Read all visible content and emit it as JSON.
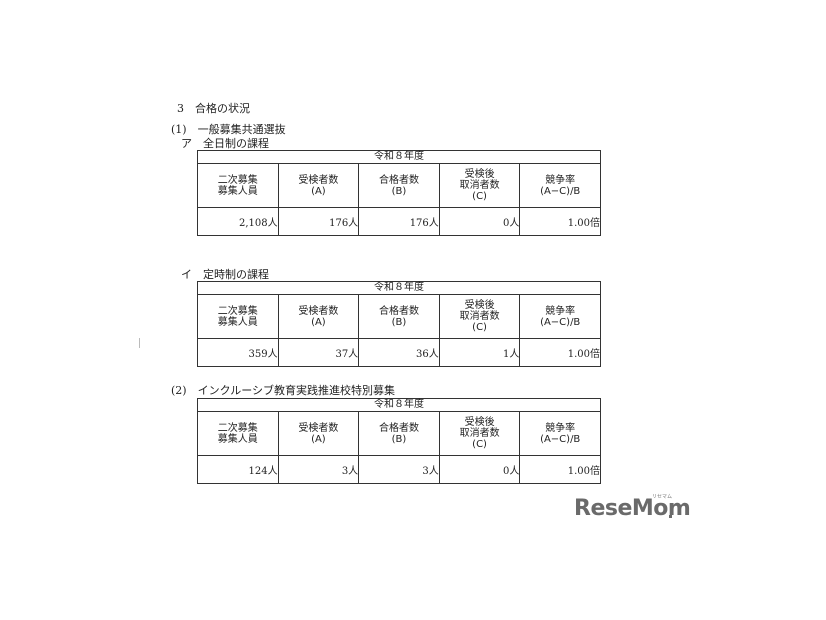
{
  "heading": "3　合格の状況",
  "section1": {
    "title": "(1)　一般募集共通選抜",
    "sub_a": "ア　全日制の課程",
    "sub_i": "イ　定時制の課程"
  },
  "section2": {
    "title": "(2)　インクルーシブ教育実践推進校特別募集"
  },
  "headers": {
    "year": "令和８年度",
    "col1_line1": "二次募集",
    "col1_line2": "募集人員",
    "col2_line1": "受検者数",
    "col2_line2": "(A)",
    "col3_line1": "合格者数",
    "col3_line2": "(B)",
    "col4_line1": "受検後",
    "col4_line2": "取消者数",
    "col4_line3": "(C)",
    "col5_line1": "競争率",
    "col5_line2": "(A−C)/B"
  },
  "tables": [
    {
      "capacity": "2,108人",
      "examinees": "176人",
      "passed": "176人",
      "cancelled": "0人",
      "ratio": "1.00倍"
    },
    {
      "capacity": "359人",
      "examinees": "37人",
      "passed": "36人",
      "cancelled": "1人",
      "ratio": "1.00倍"
    },
    {
      "capacity": "124人",
      "examinees": "3人",
      "passed": "3人",
      "cancelled": "0人",
      "ratio": "1.00倍"
    }
  ],
  "watermark": {
    "text": "ReseMom",
    "ruby": "リセマム"
  }
}
